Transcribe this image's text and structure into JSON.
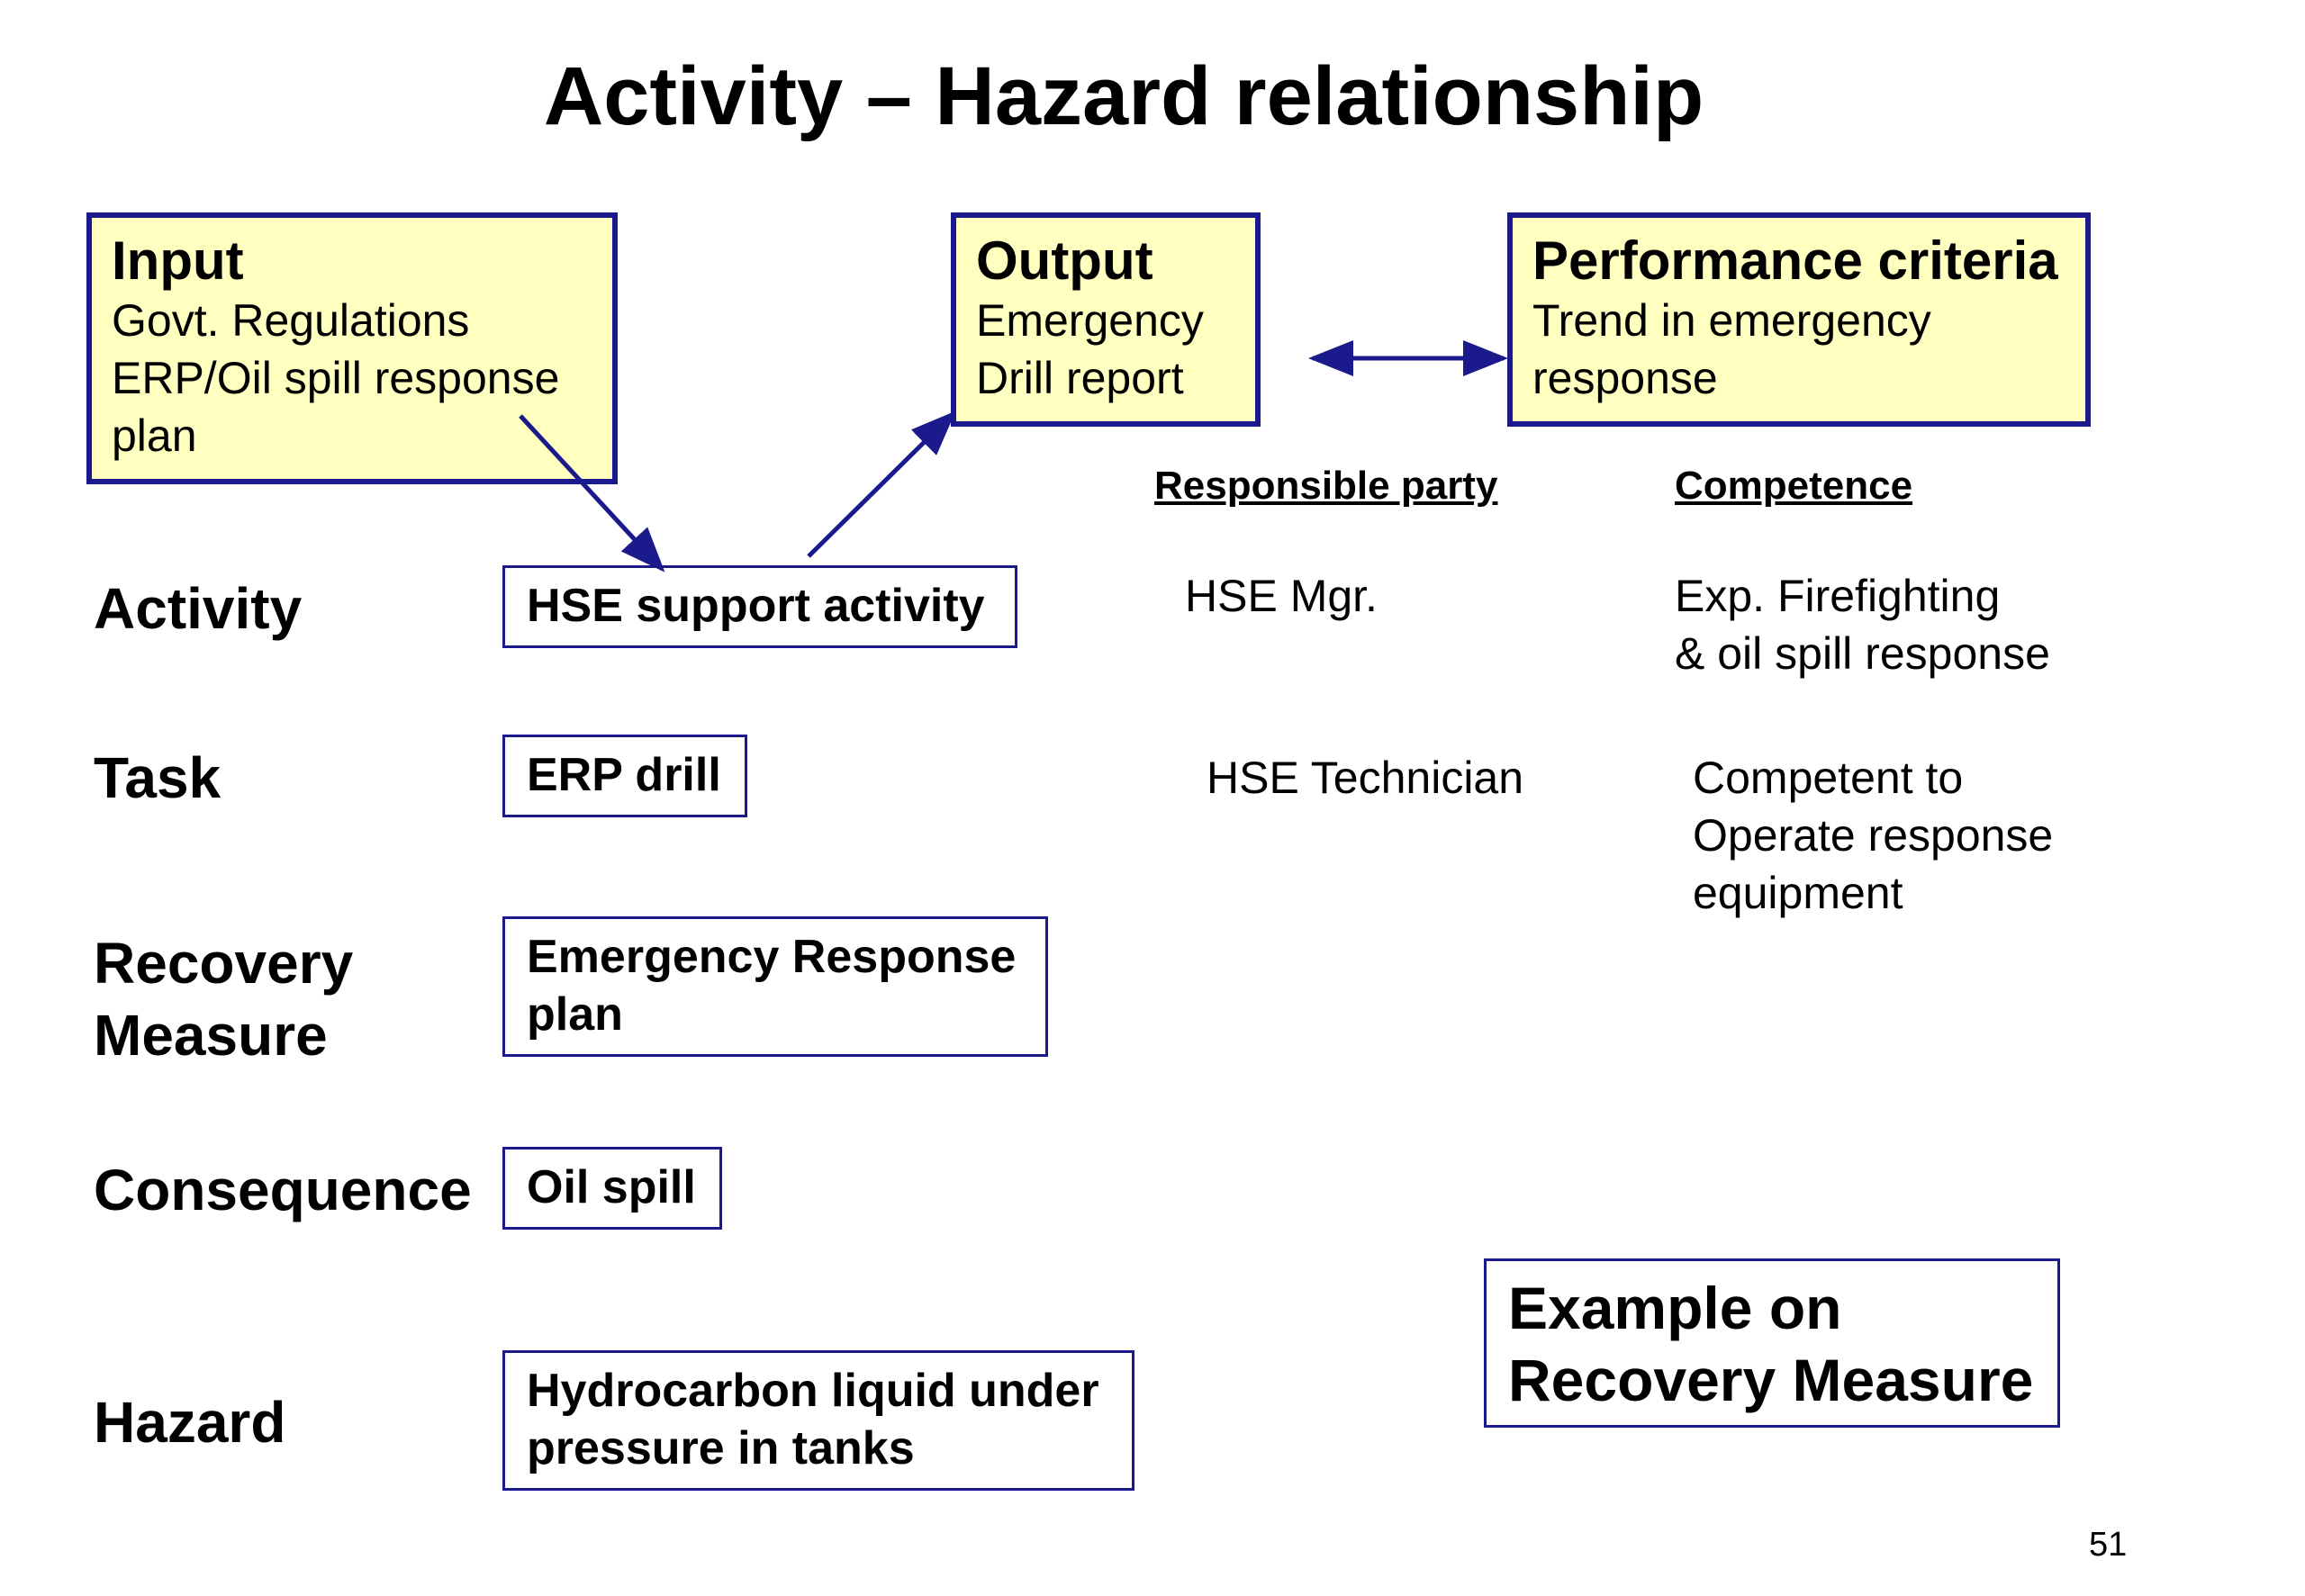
{
  "title": "Activity – Hazard relationship",
  "colors": {
    "box_border": "#1a1a8c",
    "box_fill_yellow": "#ffffc0",
    "arrow": "#1a1a8c"
  },
  "top_boxes": {
    "input": {
      "heading": "Input",
      "lines": [
        "Govt. Regulations",
        "ERP/Oil spill response",
        "plan"
      ]
    },
    "output": {
      "heading": "Output",
      "lines": [
        "Emergency",
        "Drill report"
      ]
    },
    "performance": {
      "heading": "Performance criteria",
      "lines": [
        "Trend in emergency",
        "response"
      ]
    }
  },
  "column_headers": {
    "responsible_party": "Responsible party",
    "competence": "Competence"
  },
  "rows": {
    "activity": {
      "label": "Activity",
      "box": [
        "HSE support activity"
      ],
      "responsible": [
        "HSE Mgr."
      ],
      "competence": [
        "Exp. Firefighting",
        "& oil spill response"
      ]
    },
    "task": {
      "label": "Task",
      "box": [
        "ERP drill"
      ],
      "responsible": [
        "HSE Technician"
      ],
      "competence": [
        "Competent to",
        "Operate response",
        "equipment"
      ]
    },
    "recovery": {
      "label": [
        "Recovery",
        "Measure"
      ],
      "box": [
        "Emergency Response",
        "plan"
      ]
    },
    "consequence": {
      "label": "Consequence",
      "box": [
        "Oil spill"
      ]
    },
    "hazard": {
      "label": "Hazard",
      "box": [
        "Hydrocarbon liquid under",
        "pressure in tanks"
      ]
    }
  },
  "example_box": [
    "Example on",
    "Recovery Measure"
  ],
  "page_number": "51"
}
